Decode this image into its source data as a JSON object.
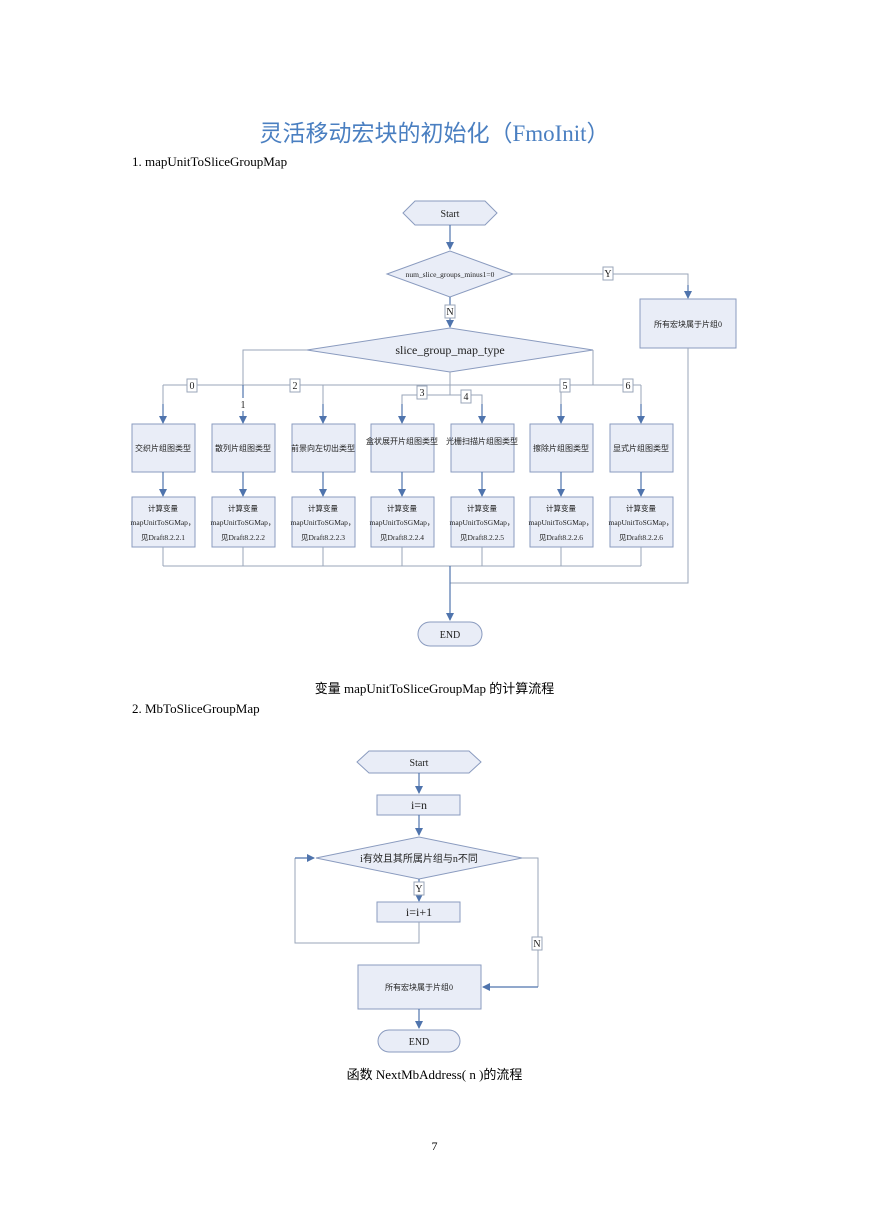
{
  "title": "灵活移动宏块的初始化（FmoInit）",
  "sections": {
    "s1": "1. mapUnitToSliceGroupMap",
    "s2": "2. MbToSliceGroupMap"
  },
  "flow1": {
    "start": "Start",
    "cond1": "num_slice_groups_minus1=0",
    "yes": "Y",
    "no": "N",
    "all_zero": "所有宏块属于片组0",
    "switch": "slice_group_map_type",
    "branch_nums": [
      "0",
      "1",
      "2",
      "3",
      "4",
      "5",
      "6"
    ],
    "types": [
      "交织片组图类型",
      "散列片组图类型",
      "前景向左切出类型",
      "盒状展开片组图类型",
      "光栅扫描片组图类型",
      "擦除片组图类型",
      "显式片组图类型"
    ],
    "calc_l1": "计算变量",
    "calc_l2": "mapUnitToSGMap，",
    "calc_refs": [
      "见Draft8.2.2.1",
      "见Draft8.2.2.2",
      "见Draft8.2.2.3",
      "见Draft8.2.2.4",
      "见Draft8.2.2.5",
      "见Draft8.2.2.6",
      "见Draft8.2.2.6"
    ],
    "end": "END"
  },
  "caption1": "变量 mapUnitToSliceGroupMap 的计算流程",
  "flow2": {
    "start": "Start",
    "assign": "i=n",
    "cond": "i有效且其所属片组与n不同",
    "yes": "Y",
    "incr": "i=i+1",
    "no": "N",
    "all_zero": "所有宏块属于片组0",
    "end": "END"
  },
  "caption2": "函数 NextMbAddress( n )的流程",
  "page_number": "7"
}
